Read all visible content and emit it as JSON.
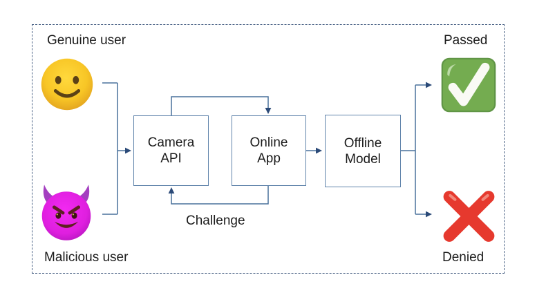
{
  "diagram": {
    "title_none": "",
    "labels": {
      "genuine_user": "Genuine user",
      "malicious_user": "Malicious user",
      "passed": "Passed",
      "denied": "Denied",
      "challenge": "Challenge"
    },
    "nodes": {
      "camera_api": {
        "line1": "Camera",
        "line2": "API"
      },
      "online_app": {
        "line1": "Online",
        "line2": "App"
      },
      "offline_model": {
        "line1": "Offline",
        "line2": "Model"
      }
    },
    "icons": {
      "genuine_user_icon": "smiling-face-emoji",
      "malicious_user_icon": "devil-face-emoji",
      "passed_icon": "green-check-mark-button",
      "denied_icon": "red-cross-mark"
    },
    "edges": [
      {
        "from": "genuine-user",
        "to": "camera-api"
      },
      {
        "from": "malicious-user",
        "to": "camera-api"
      },
      {
        "from": "camera-api",
        "to": "online-app"
      },
      {
        "from": "online-app",
        "to": "camera-api",
        "label": "Challenge"
      },
      {
        "from": "online-app",
        "to": "offline-model"
      },
      {
        "from": "offline-model",
        "to": "passed"
      },
      {
        "from": "offline-model",
        "to": "denied"
      }
    ],
    "colors": {
      "connector_line": "#49709c",
      "arrowhead": "#2b4a78",
      "box_border": "#5e82aa",
      "dashed_frame": "#4a6285",
      "smiley_yellow": "#f8c626",
      "devil_magenta": "#e021e0",
      "check_green": "#74ac50",
      "cross_red": "#e6392e",
      "text": "#1b1b1b"
    }
  }
}
